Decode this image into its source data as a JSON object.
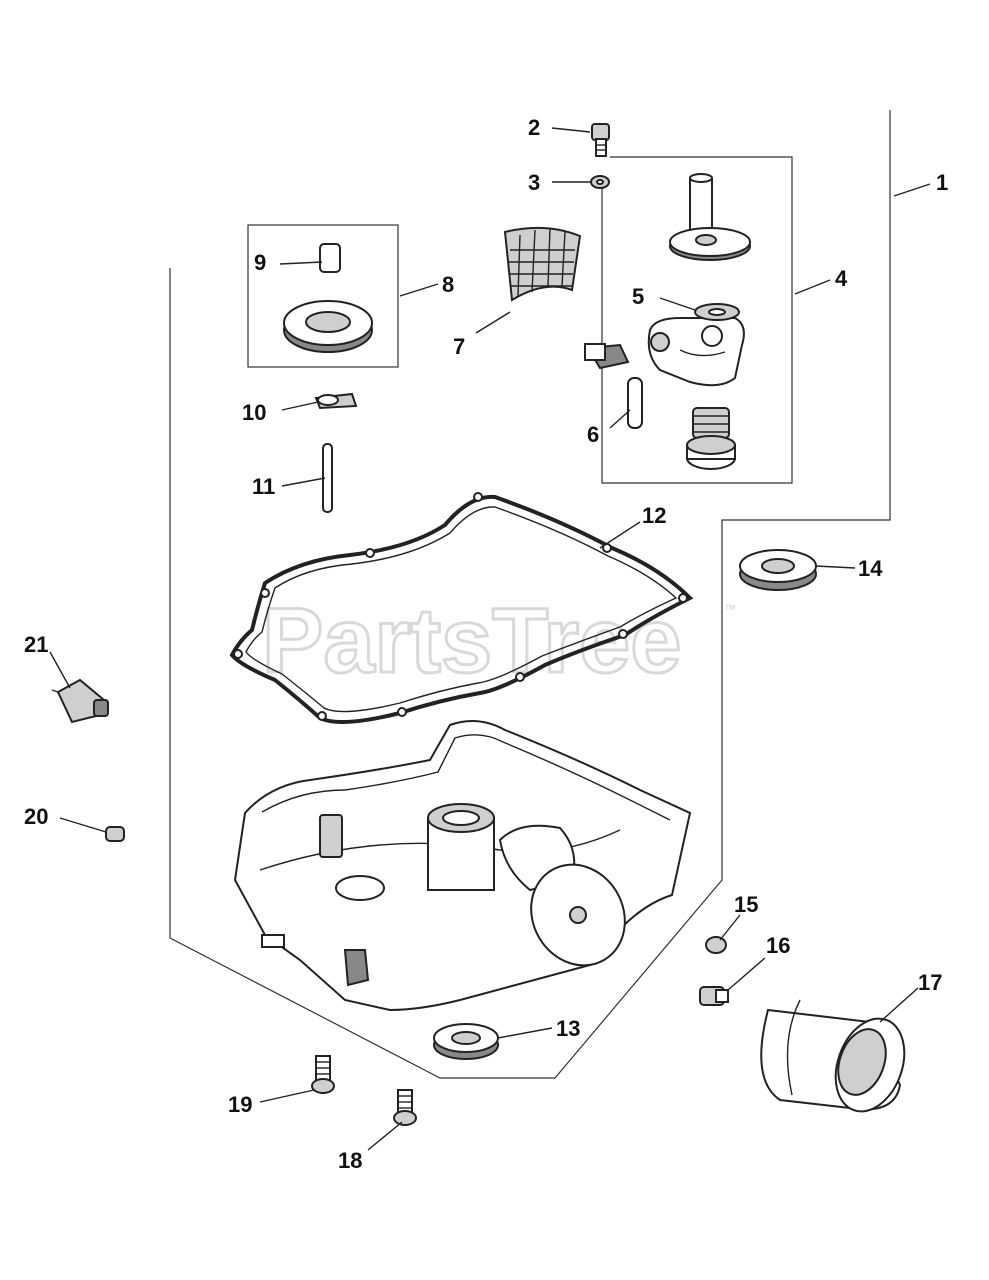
{
  "watermark": {
    "brand": "PartsTree",
    "trademark": "™"
  },
  "callouts": [
    "1",
    "2",
    "3",
    "4",
    "5",
    "6",
    "7",
    "8",
    "9",
    "10",
    "11",
    "12",
    "13",
    "14",
    "15",
    "16",
    "17",
    "18",
    "19",
    "20",
    "21"
  ]
}
